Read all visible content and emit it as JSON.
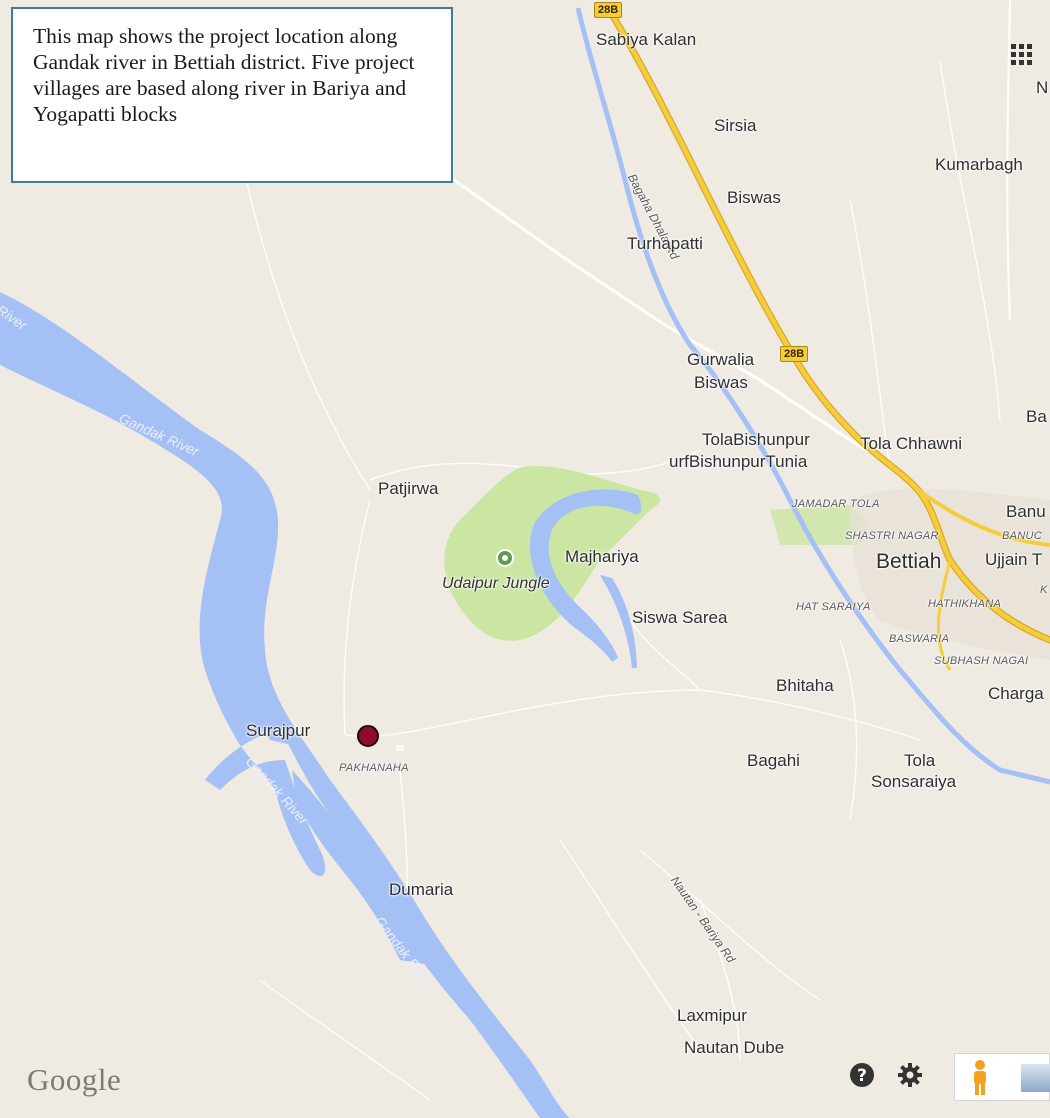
{
  "infobox": {
    "text": "This map shows the project location along Gandak river in Bettiah district. Five project villages are based along river in Bariya and Yogapatti blocks"
  },
  "roads": {
    "shield_top": "28B",
    "shield_mid": "28B",
    "bagaha_dhala_rd": "Bagaha Dhala Rd",
    "nautan_bariya_rd": "Nautan - Bariya Rd"
  },
  "rivers": {
    "river_edge": "River",
    "gandak_1": "Gandak River",
    "gandak_2": "Gandak River",
    "gandak_3": "Gandak River"
  },
  "places": {
    "sabiya_kalan": "Sabiya Kalan",
    "sirsia": "Sirsia",
    "kumarbagh": "Kumarbagh",
    "biswas": "Biswas",
    "turhapatti": "Turhapatti",
    "gurwalia": "Gurwalia",
    "gurwalia_biswas": "Biswas",
    "tola_bishunpur_1": "TolaBishunpur",
    "tola_bishunpur_2": "urfBishunpurTunia",
    "tola_chhawni": "Tola Chhawni",
    "ba": "Ba",
    "patjirwa": "Patjirwa",
    "majhariya": "Majhariya",
    "udaipur_jungle": "Udaipur Jungle",
    "siswa_sarea": "Siswa Sarea",
    "bettiah": "Bettiah",
    "banu_ch": "Banu Cl",
    "ujjain": "Ujjain T",
    "bhitaha": "Bhitaha",
    "charga": "Charga",
    "surajpur": "Surajpur",
    "pakhanaha": "PAKHANAHA",
    "bagahi": "Bagahi",
    "tola_sonsaraiya_1": "Tola",
    "tola_sonsaraiya_2": "Sonsaraiya",
    "dumaria": "Dumaria",
    "laxmipur": "Laxmipur",
    "nautan_dube": "Nautan Dube",
    "n_edge": "N"
  },
  "areas": {
    "jamadar_tola": "JAMADAR TOLA",
    "shastri_nagar": "SHASTRI NAGAR",
    "banuc": "BANUC",
    "hat_saraiya": "HAT SARAIYA",
    "hathikhana": "HATHIKHANA",
    "baswaria": "BASWARIA",
    "subhash_nagar": "SUBHASH NAGAI",
    "k_edge": "K"
  },
  "branding": {
    "google": "Google"
  },
  "colors": {
    "land": "#efebe3",
    "water": "#a4c0f5",
    "park": "#cbe6a3",
    "highway": "#f5cd3a",
    "marker": "#8e0b2e",
    "infobox_border": "#3b7f96"
  },
  "icons": {
    "help": "help-icon",
    "settings": "gear-icon",
    "pegman": "pegman-icon",
    "apps": "apps-grid-icon"
  }
}
